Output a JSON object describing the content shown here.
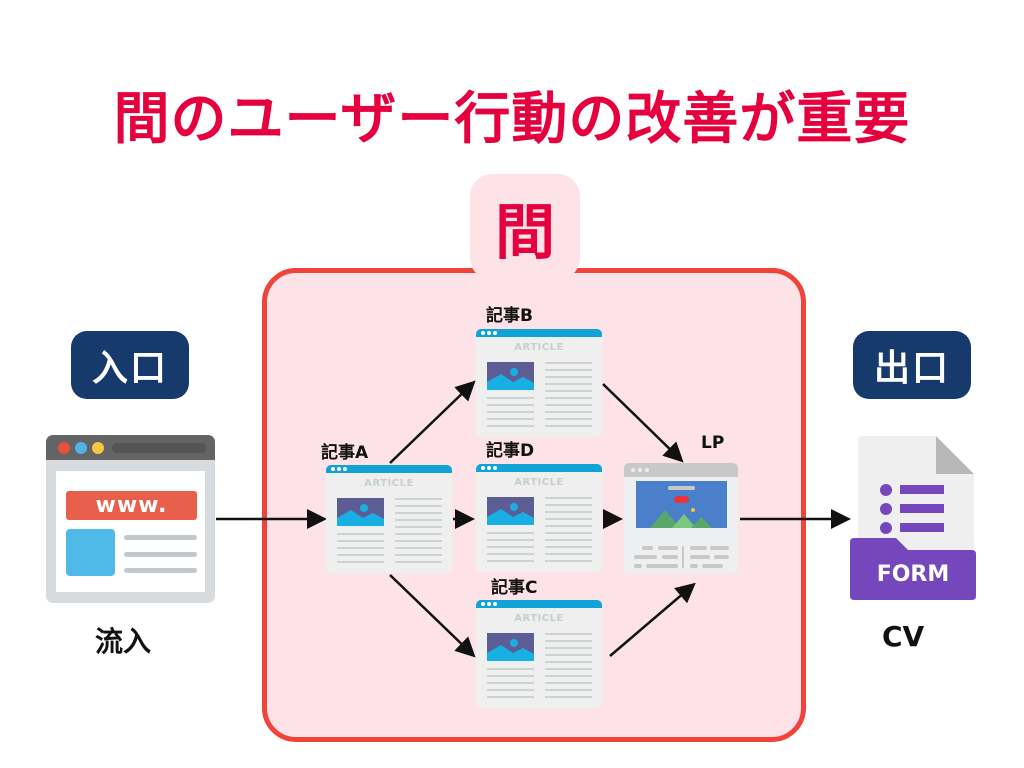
{
  "title": "間のユーザー行動の改善が重要",
  "middle_section": {
    "label": "間"
  },
  "entrance": {
    "badge": "入口",
    "caption": "流入",
    "icon": "browser-www-icon",
    "url_text": "www."
  },
  "exit": {
    "badge": "出口",
    "caption": "CV",
    "icon": "form-document-icon",
    "form_text": "FORM"
  },
  "nodes": {
    "article_a": {
      "label": "記事A",
      "card_text": "ARTICLE"
    },
    "article_b": {
      "label": "記事B",
      "card_text": "ARTICLE"
    },
    "article_c": {
      "label": "記事C",
      "card_text": "ARTICLE"
    },
    "article_d": {
      "label": "記事D",
      "card_text": "ARTICLE"
    },
    "lp": {
      "label": "LP"
    }
  },
  "edges": [
    [
      "entrance",
      "article_a"
    ],
    [
      "article_a",
      "article_b"
    ],
    [
      "article_a",
      "article_d"
    ],
    [
      "article_a",
      "article_c"
    ],
    [
      "article_b",
      "lp"
    ],
    [
      "article_d",
      "lp"
    ],
    [
      "article_c",
      "lp"
    ],
    [
      "lp",
      "exit"
    ]
  ],
  "colors": {
    "title_red": "#e5003e",
    "box_border": "#f0443a",
    "box_fill": "#fde3e8",
    "badge_navy": "#153a6b",
    "article_header": "#11a3d6",
    "form_purple": "#7447bd"
  }
}
